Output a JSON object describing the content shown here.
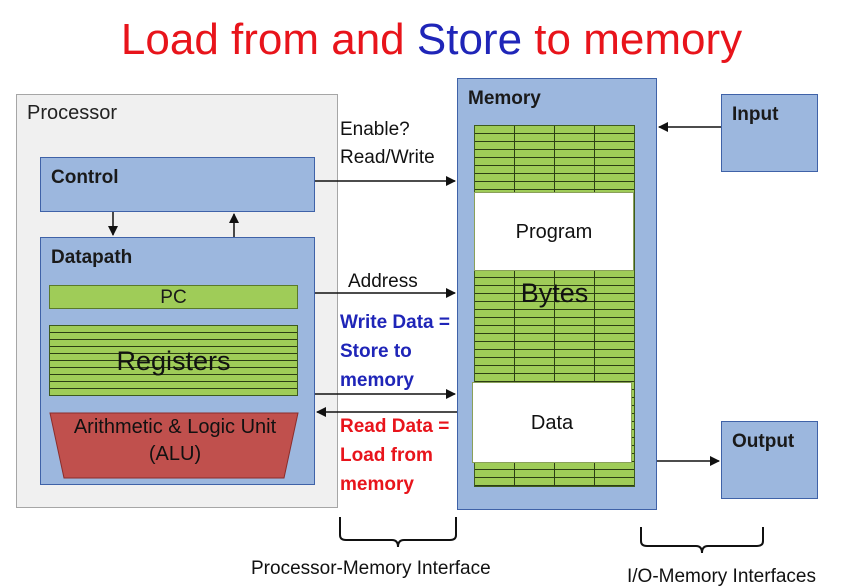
{
  "title": {
    "part1": "Load from and ",
    "part2": "Store",
    "part3": " to memory"
  },
  "processor": {
    "label": "Processor",
    "control": {
      "label": "Control"
    },
    "datapath": {
      "label": "Datapath",
      "pc": "PC",
      "registers": "Registers",
      "alu_line1": "Arithmetic & Logic Unit",
      "alu_line2": "(ALU)"
    }
  },
  "memory": {
    "label": "Memory",
    "program": "Program",
    "bytes": "Bytes",
    "data": "Data"
  },
  "io": {
    "input": "Input",
    "output": "Output"
  },
  "signals": {
    "enable": "Enable?",
    "read_write": "Read/Write",
    "address": "Address",
    "write_data_line1": "Write Data =",
    "write_data_line2": "Store to",
    "write_data_line3": "memory",
    "read_data_line1": "Read Data =",
    "read_data_line2": "Load from",
    "read_data_line3": "memory"
  },
  "captions": {
    "processor_memory": "Processor-Memory Interface",
    "io_memory": "I/O-Memory Interfaces"
  },
  "colors": {
    "title_red": "#e8141b",
    "title_blue": "#1f25b8",
    "box_blue": "#9cb7de",
    "register_green": "#9fcc58",
    "alu_red": "#c0504d"
  }
}
